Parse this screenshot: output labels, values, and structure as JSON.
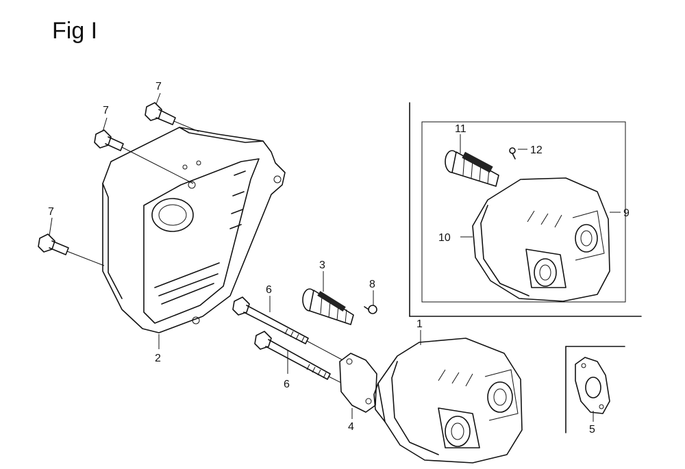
{
  "figure": {
    "title": "Fig I"
  },
  "callouts": {
    "bolt_top": "7",
    "bolt_upper_left": "7",
    "bolt_left": "7",
    "protector": "2",
    "screen_arrester": "3",
    "long_bolt_upper": "6",
    "long_bolt_lower": "6",
    "gasket_muffler": "4",
    "muffler": "1",
    "screw_small": "8",
    "inset_screen": "11",
    "inset_screw": "12",
    "inset_muffler": "10",
    "inset_assembly": "9",
    "gasket_inset": "5"
  },
  "colors": {
    "ink": "#111111",
    "background": "#ffffff"
  }
}
